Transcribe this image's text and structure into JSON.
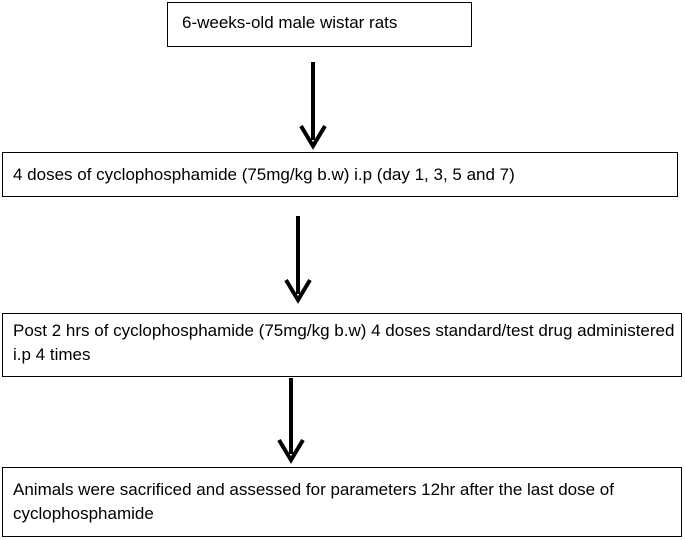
{
  "diagram": {
    "steps": [
      {
        "text": "6-weeks-old male wistar rats"
      },
      {
        "text": "4 doses of cyclophosphamide (75mg/kg b.w) i.p (day 1, 3, 5 and 7)"
      },
      {
        "text": "Post 2 hrs of cyclophosphamide (75mg/kg b.w) 4 doses standard/test drug administered i.p 4 times"
      },
      {
        "text": "Animals were sacrificed and assessed for parameters 12hr after the last dose of cyclophosphamide"
      }
    ],
    "arrow_color": "#000000",
    "border_color": "#000000"
  }
}
